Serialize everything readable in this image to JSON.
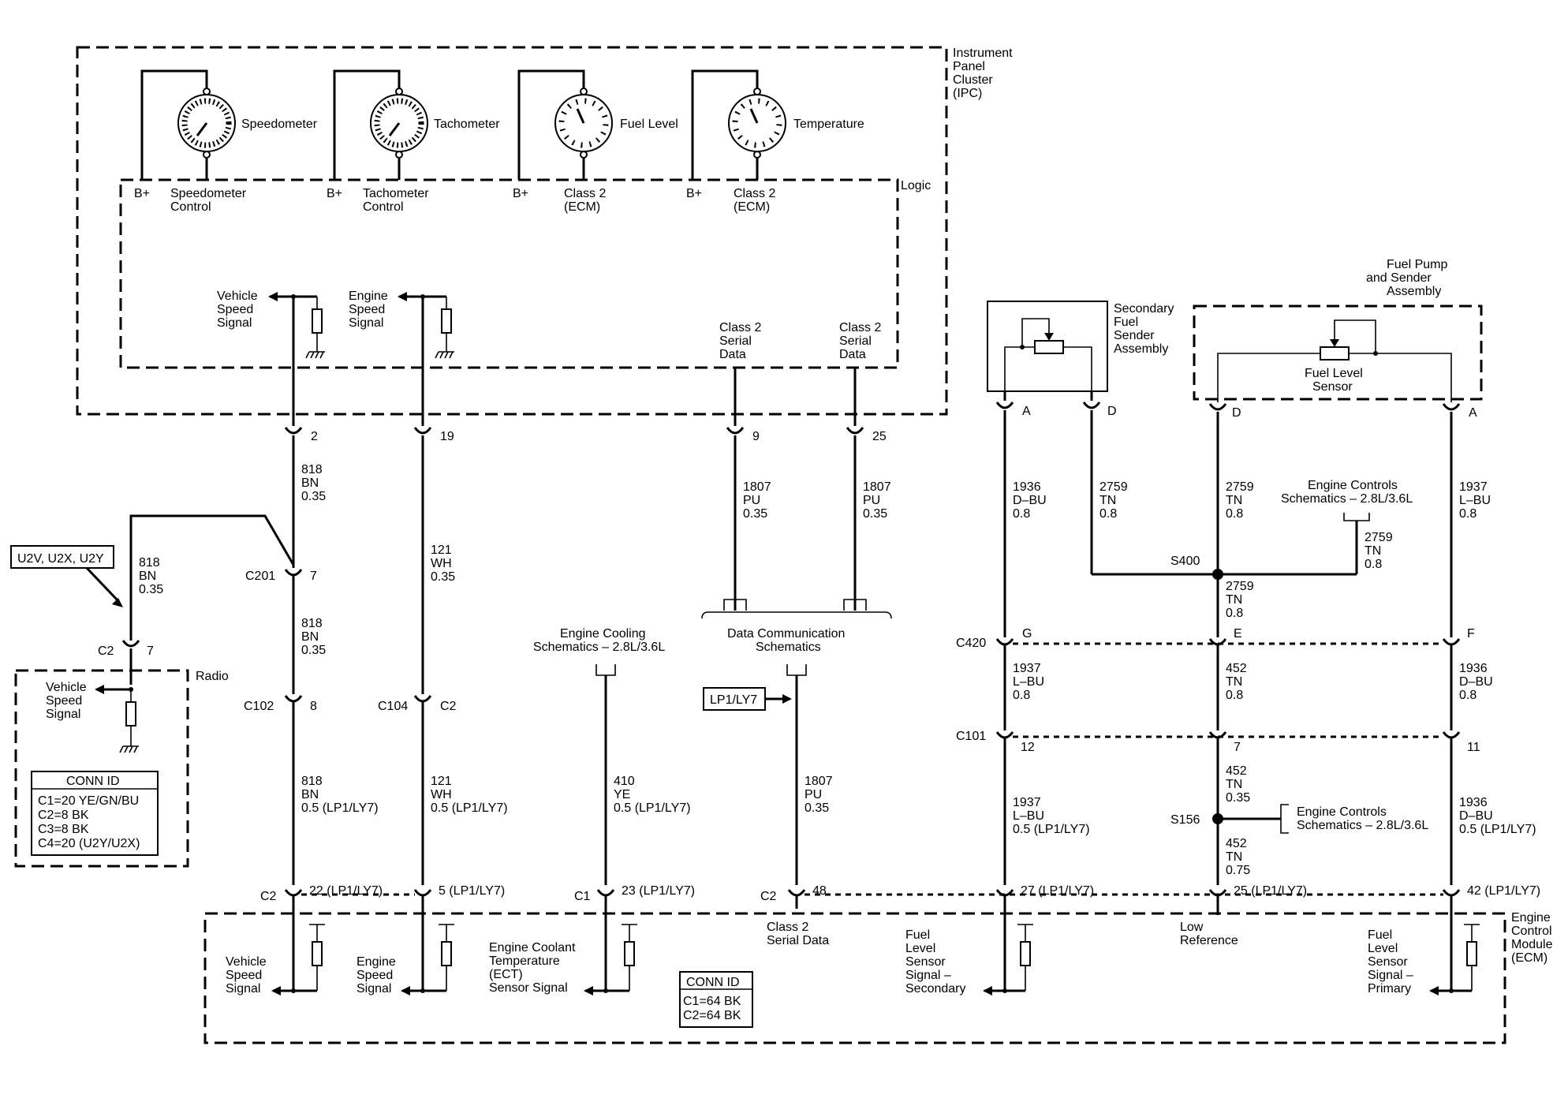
{
  "ipc": {
    "title": [
      "Instrument",
      "Panel",
      "Cluster",
      "(IPC)"
    ],
    "logic_label": "Logic",
    "gauges": [
      {
        "label": "Speedometer",
        "bplus": "B+",
        "control": [
          "Speedometer",
          "Control"
        ]
      },
      {
        "label": "Tachometer",
        "bplus": "B+",
        "control": [
          "Tachometer",
          "Control"
        ]
      },
      {
        "label": "Fuel Level",
        "bplus": "B+",
        "control": [
          "Class 2",
          "(ECM)"
        ]
      },
      {
        "label": "Temperature",
        "bplus": "B+",
        "control": [
          "Class 2",
          "(ECM)"
        ]
      }
    ],
    "vss": [
      "Vehicle",
      "Speed",
      "Signal"
    ],
    "ess": [
      "Engine",
      "Speed",
      "Signal"
    ],
    "serial1": [
      "Class 2",
      "Serial",
      "Data"
    ],
    "serial2": [
      "Class 2",
      "Serial",
      "Data"
    ]
  },
  "secondary_sender": [
    "Secondary",
    "Fuel",
    "Sender",
    "Assembly"
  ],
  "fuel_pump": {
    "title": [
      "Fuel Pump",
      "and Sender",
      "Assembly"
    ],
    "sensor": [
      "Fuel Level",
      "Sensor"
    ]
  },
  "pins": {
    "ipc2": "2",
    "ipc19": "19",
    "ipc9": "9",
    "ipc25": "25",
    "secA": "A",
    "secD": "D",
    "fpD": "D",
    "fpA": "A",
    "c201": "C201",
    "c201pin": "7",
    "c2radio": "C2",
    "c2radiopin": "7",
    "c102": "C102",
    "c102pin": "8",
    "c104": "C104",
    "c104pin": "C2",
    "c420": "C420",
    "c420G": "G",
    "c420E": "E",
    "c420F": "F",
    "c101": "C101",
    "c101a": "12",
    "c101b": "7",
    "c101c": "11",
    "s400": "S400",
    "s156": "S156",
    "ecm_c2a": "C2",
    "ecm_22": "22 (LP1/LY7)",
    "ecm_5": "5 (LP1/LY7)",
    "ecm_c1": "C1",
    "ecm_23": "23 (LP1/LY7)",
    "ecm_c2b": "C2",
    "ecm_48": "48",
    "ecm_27": "27 (LP1/LY7)",
    "ecm_25": "25 (LP1/LY7)",
    "ecm_42": "42 (LP1/LY7)"
  },
  "wires": {
    "w818a": [
      "818",
      "BN",
      "0.35"
    ],
    "w818radio": [
      "818",
      "BN",
      "0.35"
    ],
    "w818b": [
      "818",
      "BN",
      "0.35"
    ],
    "w818c": [
      "818",
      "BN",
      "0.5 (LP1/LY7)"
    ],
    "w121a": [
      "121",
      "WH",
      "0.35"
    ],
    "w121b": [
      "121",
      "WH",
      "0.5 (LP1/LY7)"
    ],
    "w1807a": [
      "1807",
      "PU",
      "0.35"
    ],
    "w1807b": [
      "1807",
      "PU",
      "0.35"
    ],
    "w1807c": [
      "1807",
      "PU",
      "0.35"
    ],
    "w410": [
      "410",
      "YE",
      "0.5 (LP1/LY7)"
    ],
    "w1936a": [
      "1936",
      "D–BU",
      "0.8"
    ],
    "w2759a": [
      "2759",
      "TN",
      "0.8"
    ],
    "w2759b": [
      "2759",
      "TN",
      "0.8"
    ],
    "w2759c": [
      "2759",
      "TN",
      "0.8"
    ],
    "w2759d": [
      "2759",
      "TN",
      "0.8"
    ],
    "w1937a": [
      "1937",
      "L–BU",
      "0.8"
    ],
    "w1937b": [
      "1937",
      "L–BU",
      "0.8"
    ],
    "w1937c": [
      "1937",
      "L–BU",
      "0.5 (LP1/LY7)"
    ],
    "w452a": [
      "452",
      "TN",
      "0.8"
    ],
    "w452b": [
      "452",
      "TN",
      "0.35"
    ],
    "w452c": [
      "452",
      "TN",
      "0.75"
    ],
    "w1936b": [
      "1936",
      "D–BU",
      "0.8"
    ],
    "w1936c": [
      "1936",
      "D–BU",
      "0.5 (LP1/LY7)"
    ]
  },
  "refs": {
    "u2v": "U2V, U2X, U2Y",
    "lp1": "LP1/LY7",
    "engine_cooling": [
      "Engine Cooling",
      "Schematics – 2.8L/3.6L"
    ],
    "data_comm": [
      "Data Communication",
      "Schematics"
    ],
    "engine_controls1": [
      "Engine Controls",
      "Schematics – 2.8L/3.6L"
    ],
    "engine_controls2": [
      "Engine Controls",
      "Schematics – 2.8L/3.6L"
    ]
  },
  "radio": {
    "title": "Radio",
    "vss": [
      "Vehicle",
      "Speed",
      "Signal"
    ],
    "conn_title": "CONN ID",
    "conn_rows": [
      "C1=20 YE/GN/BU",
      "C2=8 BK",
      "C3=8 BK",
      "C4=20 (U2Y/U2X)"
    ]
  },
  "ecm": {
    "title": [
      "Engine",
      "Control",
      "Module",
      "(ECM)"
    ],
    "vss": [
      "Vehicle",
      "Speed",
      "Signal"
    ],
    "ess": [
      "Engine",
      "Speed",
      "Signal"
    ],
    "ect": [
      "Engine Coolant",
      "Temperature",
      "(ECT)",
      "Sensor Signal"
    ],
    "serial": [
      "Class 2",
      "Serial Data"
    ],
    "fuel_secondary": [
      "Fuel",
      "Level",
      "Sensor",
      "Signal –",
      "Secondary"
    ],
    "low_ref": [
      "Low",
      "Reference"
    ],
    "fuel_primary": [
      "Fuel",
      "Level",
      "Sensor",
      "Signal –",
      "Primary"
    ],
    "conn_title": "CONN ID",
    "conn_rows": [
      "C1=64 BK",
      "C2=64 BK"
    ]
  }
}
